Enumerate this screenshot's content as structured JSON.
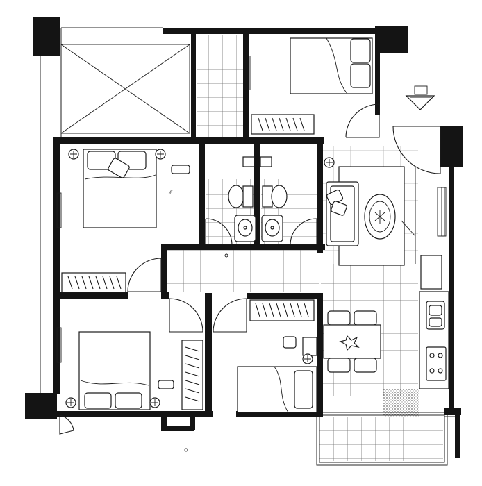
{
  "plan": {
    "colors": {
      "wall": "#141414",
      "line": "#1c1c1c",
      "tile": "#6e6e6e",
      "paper": "#ffffff"
    },
    "rooms": [
      "balcony-top-left",
      "storage-tiled-top",
      "bedroom-small-top",
      "bedroom-master",
      "bathroom-left",
      "bathroom-right",
      "living-room",
      "hallway",
      "bedroom-bottom-left",
      "bedroom-bottom-middle",
      "dining-area",
      "kitchen",
      "balcony-bottom"
    ],
    "icons": [
      "entrance-arrow-icon",
      "bed-icon",
      "sofa-icon",
      "dining-table-icon",
      "toilet-icon",
      "sink-icon",
      "stove-icon",
      "wardrobe-icon",
      "door-swing-icon"
    ]
  }
}
